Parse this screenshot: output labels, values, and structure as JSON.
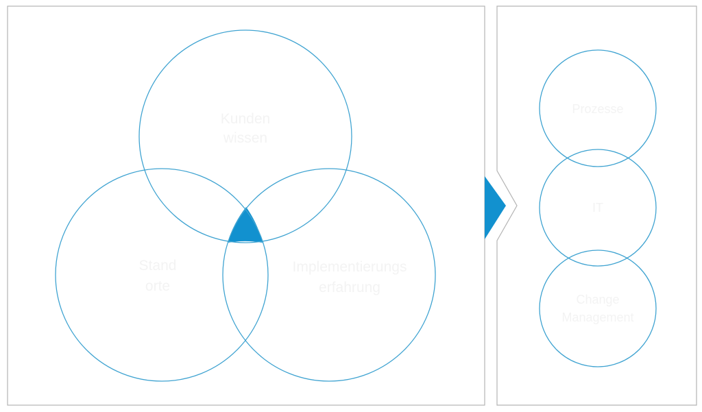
{
  "colors": {
    "accent": "#1291cf",
    "ring": "#3fa3d1",
    "border": "#b3b3b3",
    "label": "#f3f3f3"
  },
  "venn": {
    "top": [
      "Kunden",
      "wissen"
    ],
    "left": [
      "Stand",
      "orte"
    ],
    "right": [
      "Implementierungs",
      "erfahrung"
    ]
  },
  "stack": {
    "first": [
      "Prozesse"
    ],
    "second": [
      "IT"
    ],
    "third": [
      "Change",
      "Management"
    ]
  }
}
